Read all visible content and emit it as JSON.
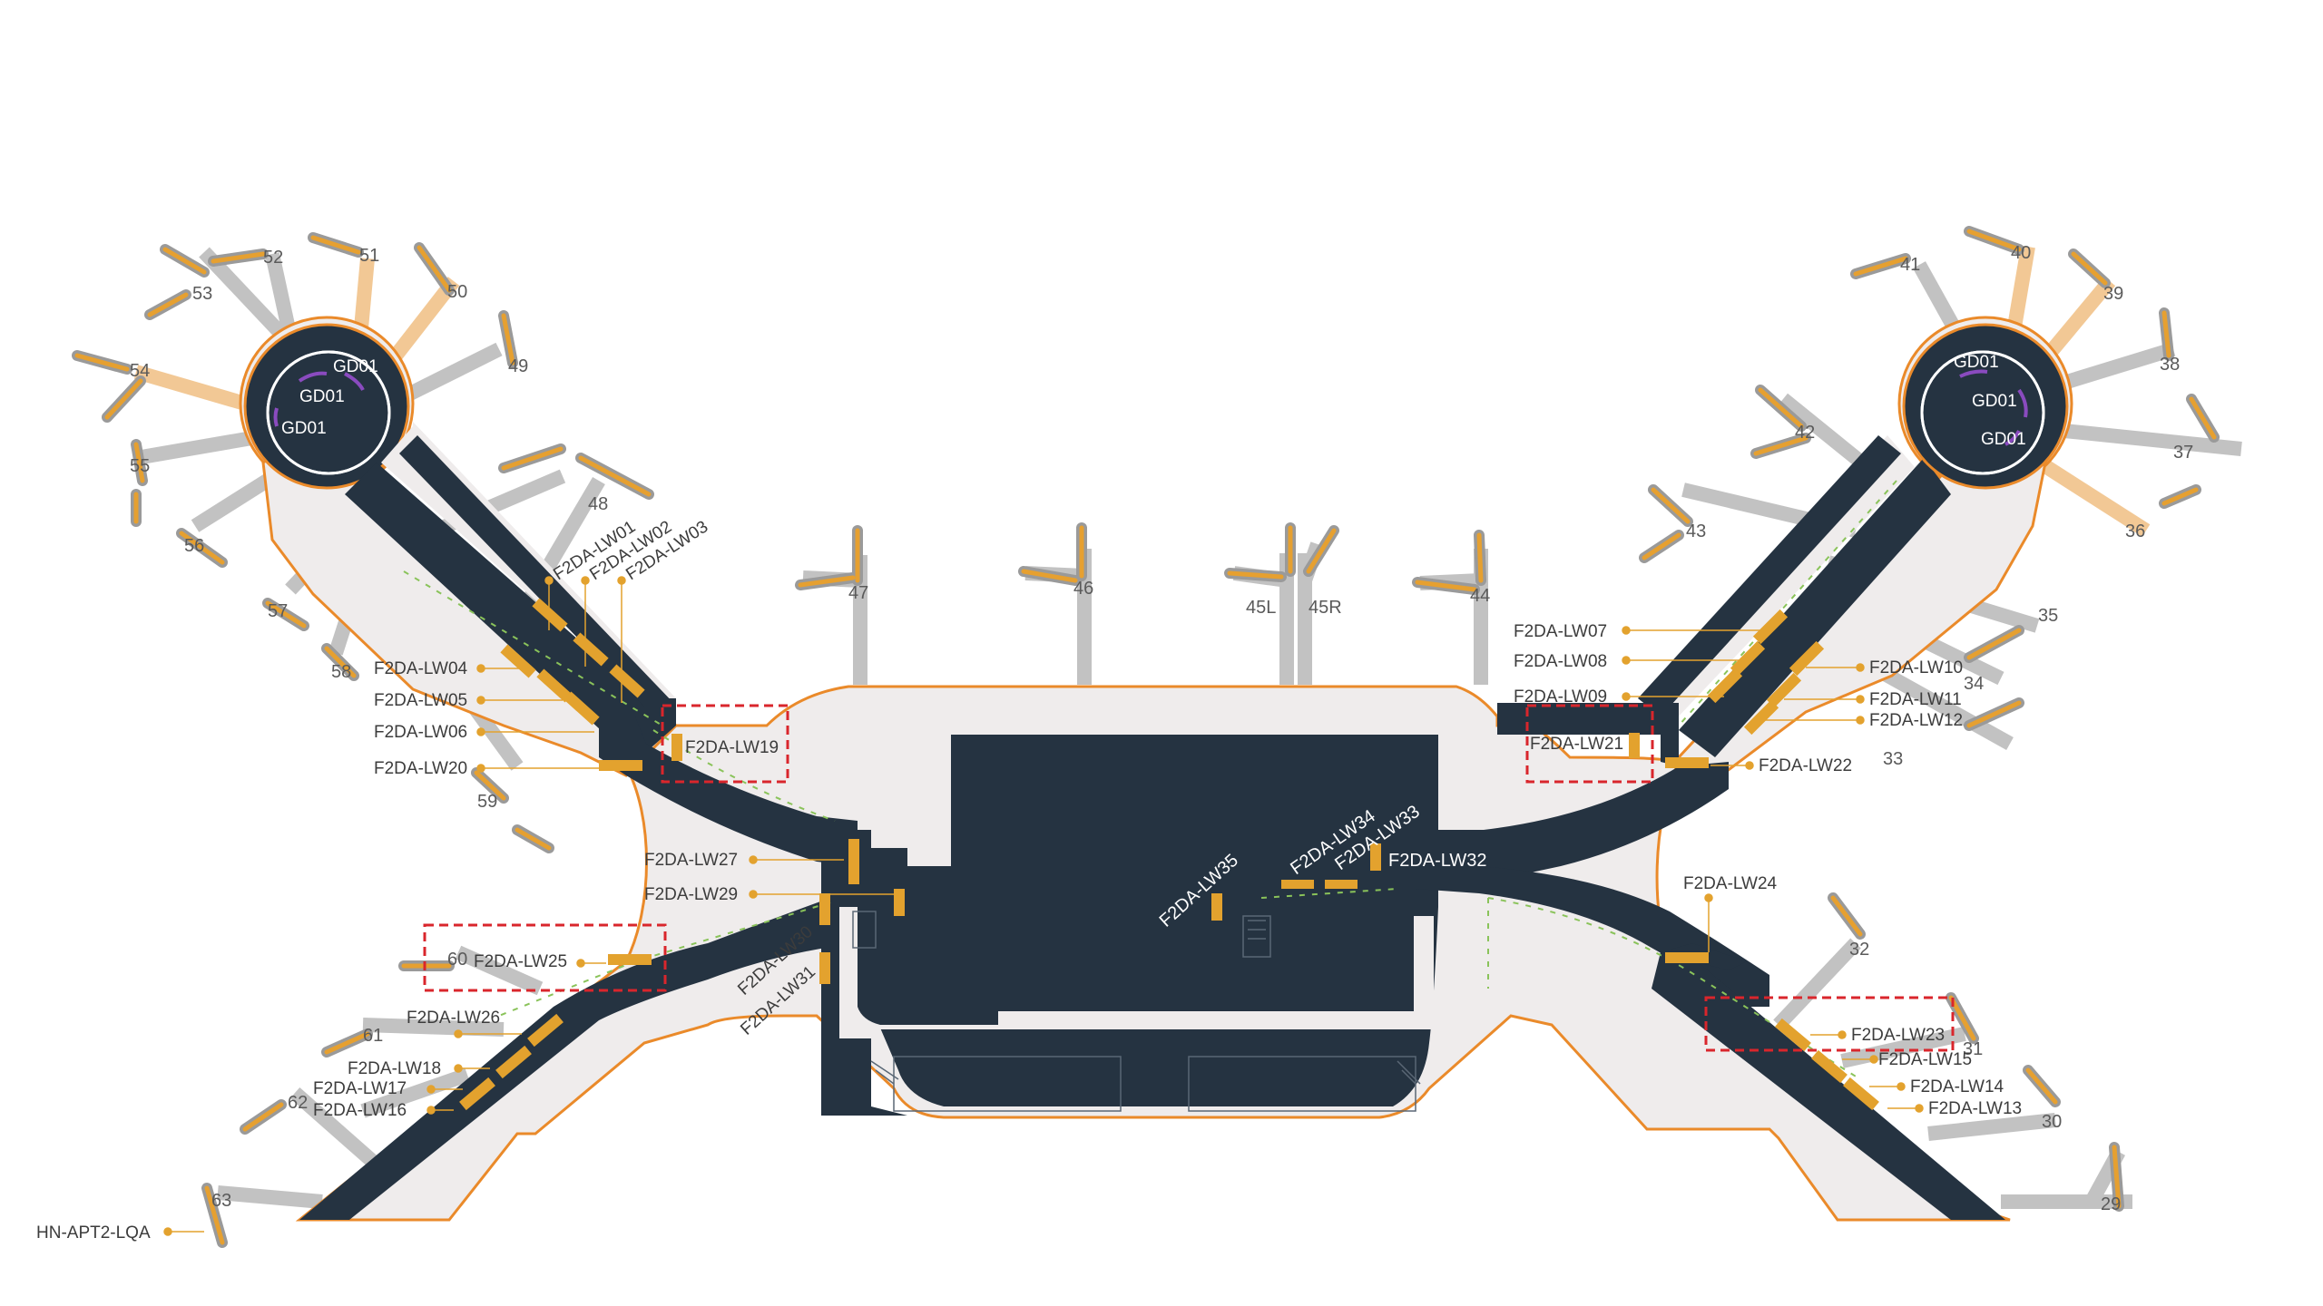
{
  "colors": {
    "terminal_fill": "#efecec",
    "terminal_outline": "#ea8a2a",
    "corridor": "#253341",
    "bridge_gray": "#c2c2c2",
    "bridge_orange": "#f2c895",
    "gate_tip": "#e6a030",
    "highlight_box": "#d9262c",
    "marker": "#e3a22e",
    "gd_arc": "#8a4bbf"
  },
  "gates": {
    "g29": "29",
    "g30": "30",
    "g31": "31",
    "g32": "32",
    "g33": "33",
    "g34": "34",
    "g35": "35",
    "g36": "36",
    "g37": "37",
    "g38": "38",
    "g39": "39",
    "g40": "40",
    "g41": "41",
    "g42": "42",
    "g43": "43",
    "g44": "44",
    "g45l": "45L",
    "g45r": "45R",
    "g46": "46",
    "g47": "47",
    "g48": "48",
    "g49": "49",
    "g50": "50",
    "g51": "51",
    "g52": "52",
    "g53": "53",
    "g54": "54",
    "g55": "55",
    "g56": "56",
    "g57": "57",
    "g58": "58",
    "g59": "59",
    "g60": "60",
    "g61": "61",
    "g62": "62",
    "g63": "63"
  },
  "gd_labels": {
    "gd01": "GD01"
  },
  "lw_labels": {
    "lw01": "F2DA-LW01",
    "lw02": "F2DA-LW02",
    "lw03": "F2DA-LW03",
    "lw04": "F2DA-LW04",
    "lw05": "F2DA-LW05",
    "lw06": "F2DA-LW06",
    "lw07": "F2DA-LW07",
    "lw08": "F2DA-LW08",
    "lw09": "F2DA-LW09",
    "lw10": "F2DA-LW10",
    "lw11": "F2DA-LW11",
    "lw12": "F2DA-LW12",
    "lw13": "F2DA-LW13",
    "lw14": "F2DA-LW14",
    "lw15": "F2DA-LW15",
    "lw16": "F2DA-LW16",
    "lw17": "F2DA-LW17",
    "lw18": "F2DA-LW18",
    "lw19": "F2DA-LW19",
    "lw20": "F2DA-LW20",
    "lw21": "F2DA-LW21",
    "lw22": "F2DA-LW22",
    "lw23": "F2DA-LW23",
    "lw24": "F2DA-LW24",
    "lw25": "F2DA-LW25",
    "lw26": "F2DA-LW26",
    "lw27": "F2DA-LW27",
    "lw29": "F2DA-LW29",
    "lw30": "F2DA-LW30",
    "lw31": "F2DA-LW31",
    "lw32": "F2DA-LW32",
    "lw33": "F2DA-LW33",
    "lw34": "F2DA-LW34",
    "lw35": "F2DA-LW35"
  },
  "location_label": "HN-APT2-LQA"
}
